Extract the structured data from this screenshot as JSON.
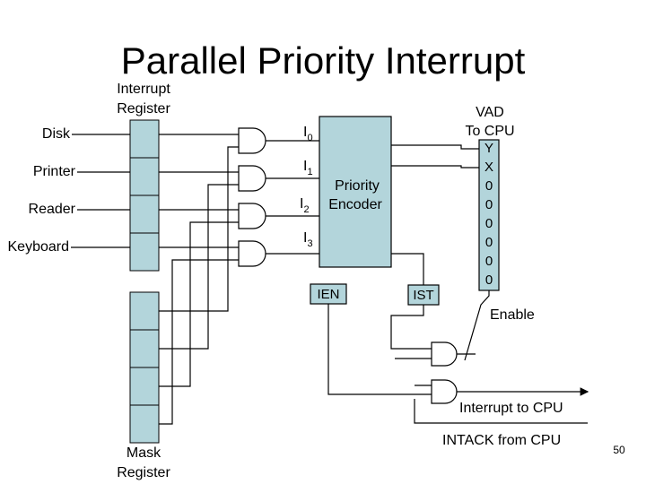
{
  "title": "Parallel Priority Interrupt",
  "interrupt_register_label": [
    "Interrupt",
    "Register"
  ],
  "mask_register_label": [
    "Mask",
    "Register"
  ],
  "devices": [
    "Disk",
    "Printer",
    "Reader",
    "Keyboard"
  ],
  "encoder": {
    "label_line1": "Priority",
    "label_line2": "Encoder",
    "inputs": [
      {
        "name": "I",
        "sub": "0"
      },
      {
        "name": "I",
        "sub": "1"
      },
      {
        "name": "I",
        "sub": "2"
      },
      {
        "name": "I",
        "sub": "3"
      }
    ],
    "ien_label": "IEN"
  },
  "ist_label": "IST",
  "vad_label": [
    "VAD",
    "To CPU"
  ],
  "vad_bits": [
    "Y",
    "X",
    "0",
    "0",
    "0",
    "0",
    "0",
    "0"
  ],
  "enable_label": "Enable",
  "interrupt_to_cpu_label": "Interrupt to CPU",
  "intack_label": "INTACK from CPU",
  "page_number": "50"
}
